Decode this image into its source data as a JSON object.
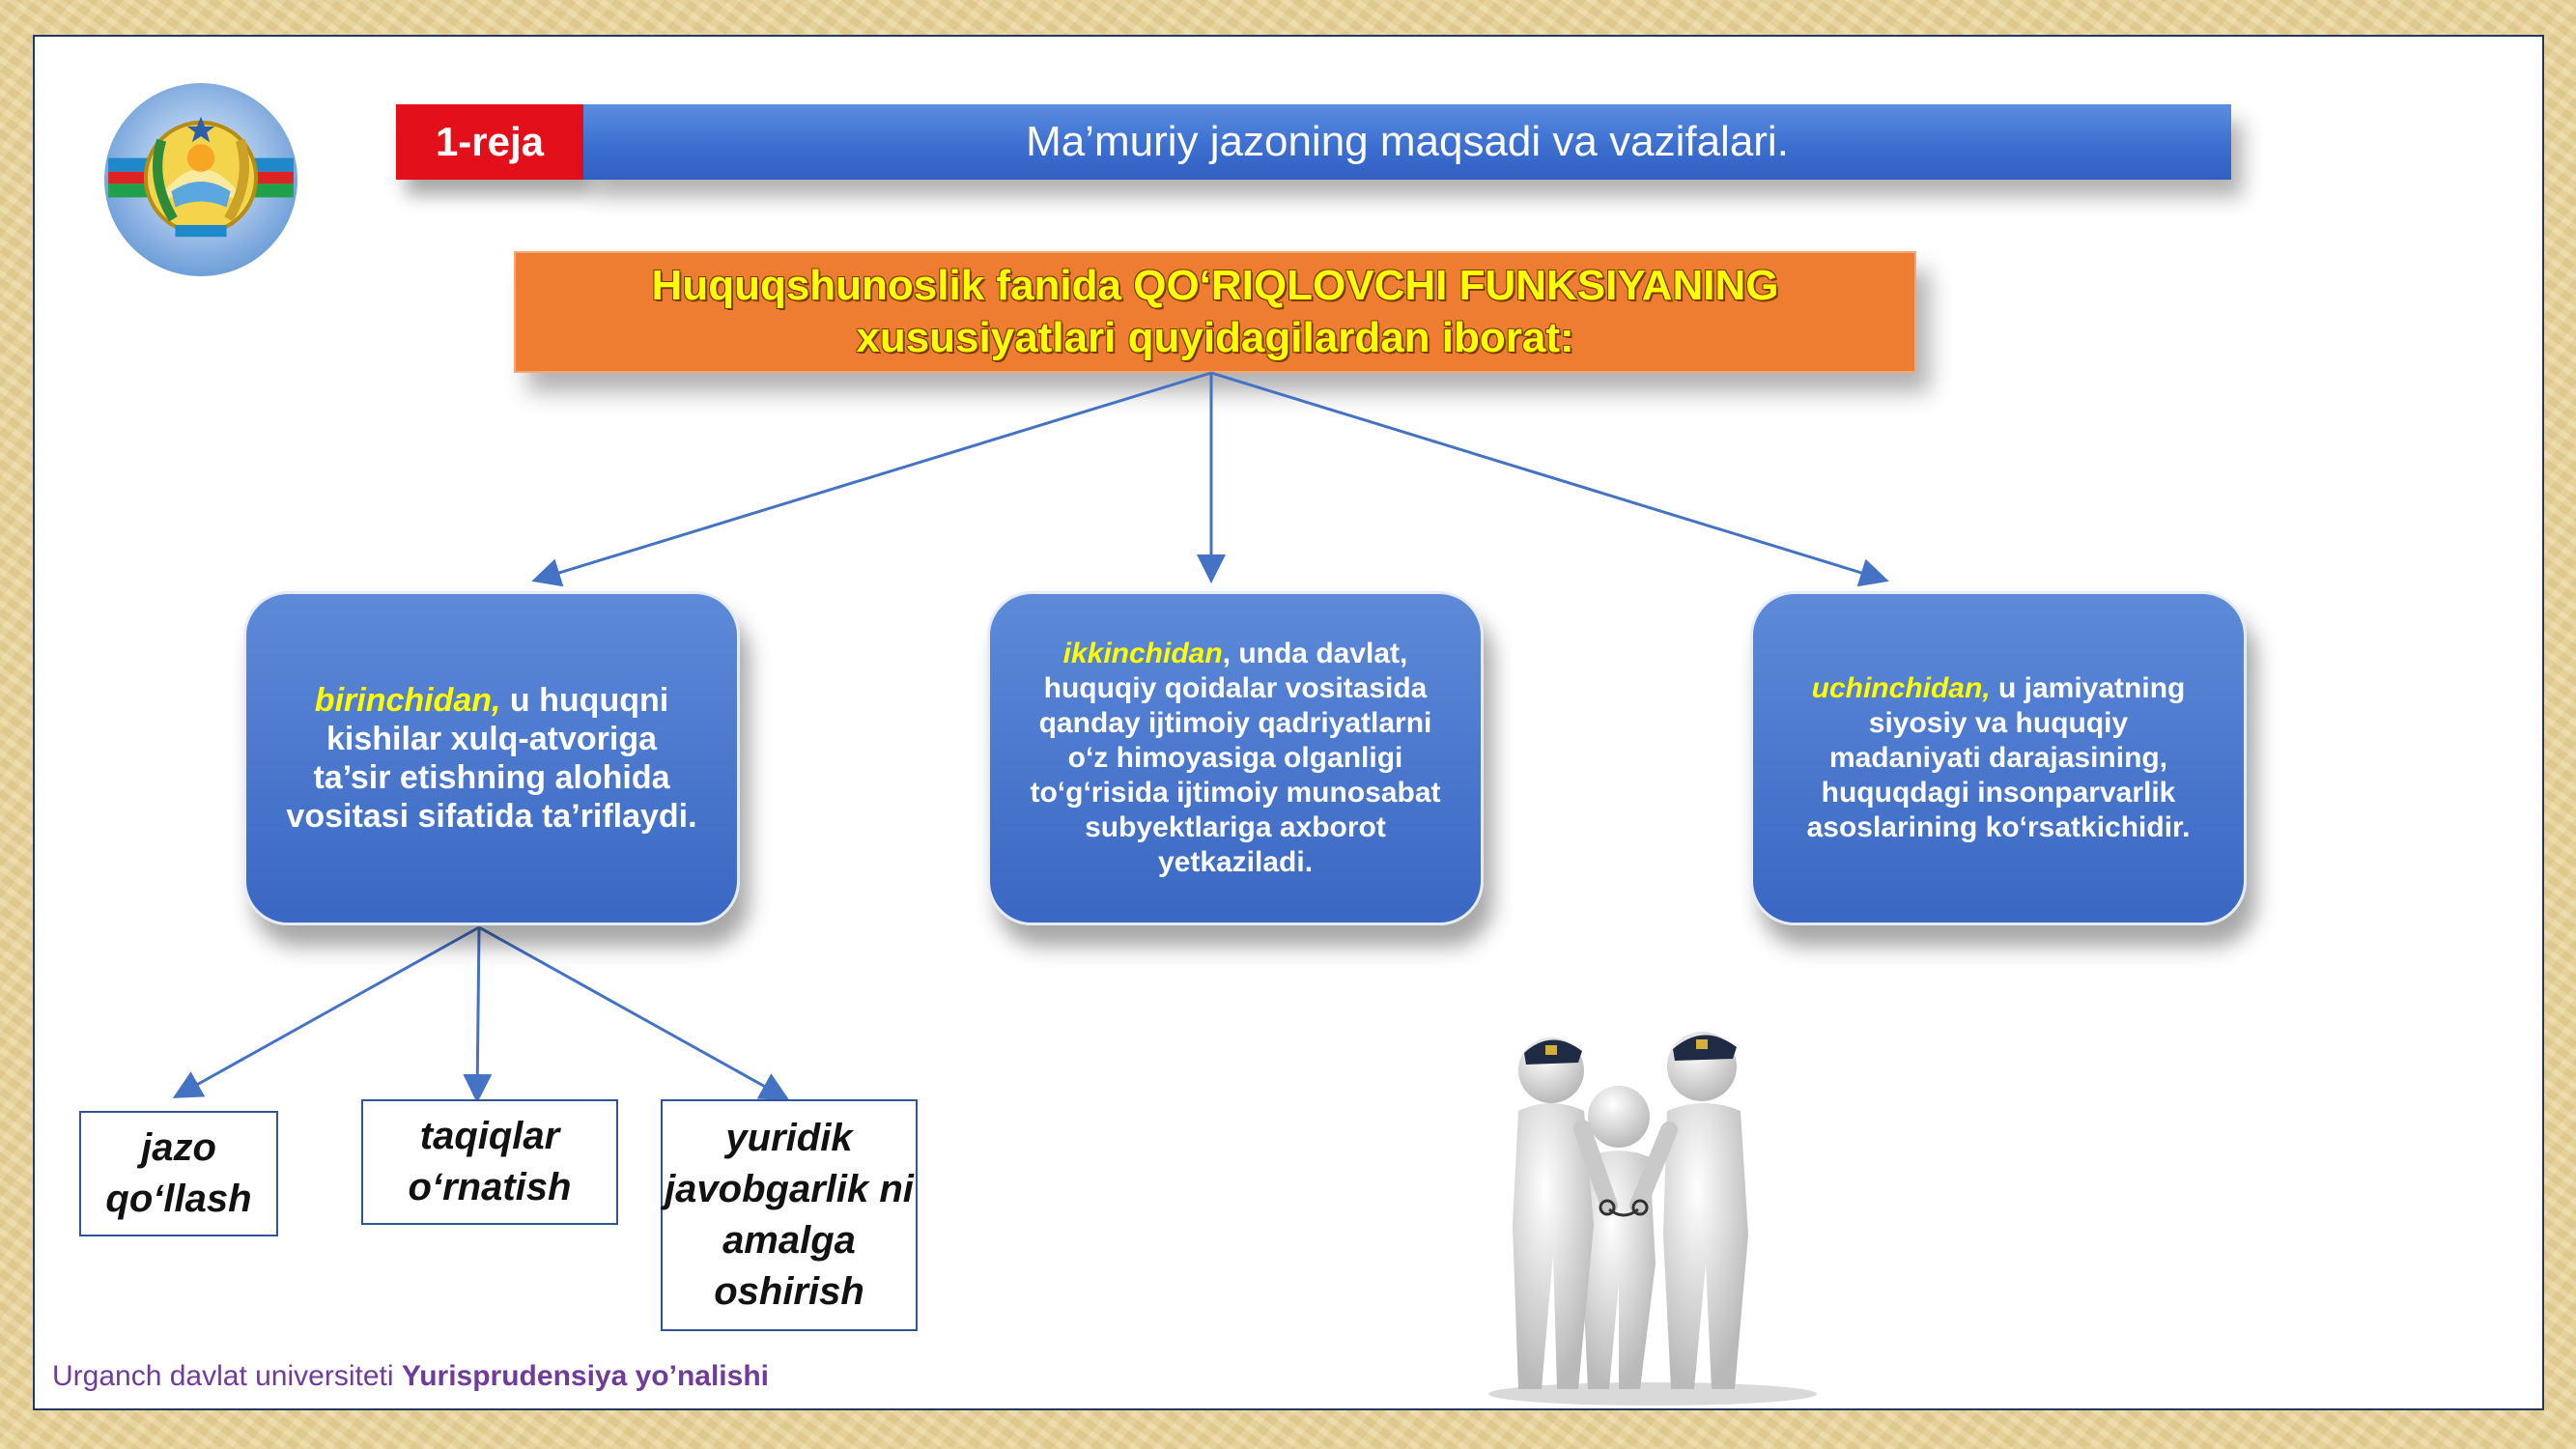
{
  "slide": {
    "badge": "1-reja",
    "title": "Ma’muriy jazoning maqsadi va vazifalari.",
    "header_box": {
      "line1_prefix": "Huquqshunoslik fanida ",
      "line1_emphasis": "QO‘RIQLOVCHI FUNKSIYANING",
      "line2": "xususiyatlari quyidagilardan iborat:"
    },
    "cards": [
      {
        "lead": "birinchidan,",
        "text": " u huquqni kishilar xulq-atvoriga ta’sir etishning alohida vositasi sifatida ta’riflaydi."
      },
      {
        "lead": "ikkinchidan",
        "text": ", unda davlat, huquqiy qoidalar vositasida qanday ijtimoiy qadriyatlarni o‘z himoyasiga olganligi to‘g‘risida ijtimoiy munosabat subyektlariga axborot yetkaziladi."
      },
      {
        "lead": "uchinchidan,",
        "text": " u jamiyatning siyosiy va huquqiy madaniyati darajasining, huquqdagi insonparvarlik asoslarining ko‘rsatkichidir."
      }
    ],
    "leaves": [
      "jazo qo‘llash",
      "taqiqlar o‘rnatish",
      "yuridik javobgarlik ni amalga oshirish"
    ],
    "footer": {
      "plain": "Urganch davlat universiteti ",
      "bold": "Yurisprudensiya yo’nalishi"
    }
  },
  "colors": {
    "badge_red": "#e3101b",
    "title_blue": "#3c6fd0",
    "header_orange": "#ee7d31",
    "highlight_yellow": "#ffff00",
    "card_blue": "#4472c4",
    "footer_purple": "#6f3c9a"
  },
  "icons": [
    "state-emblem-icon",
    "police-figures-image"
  ]
}
